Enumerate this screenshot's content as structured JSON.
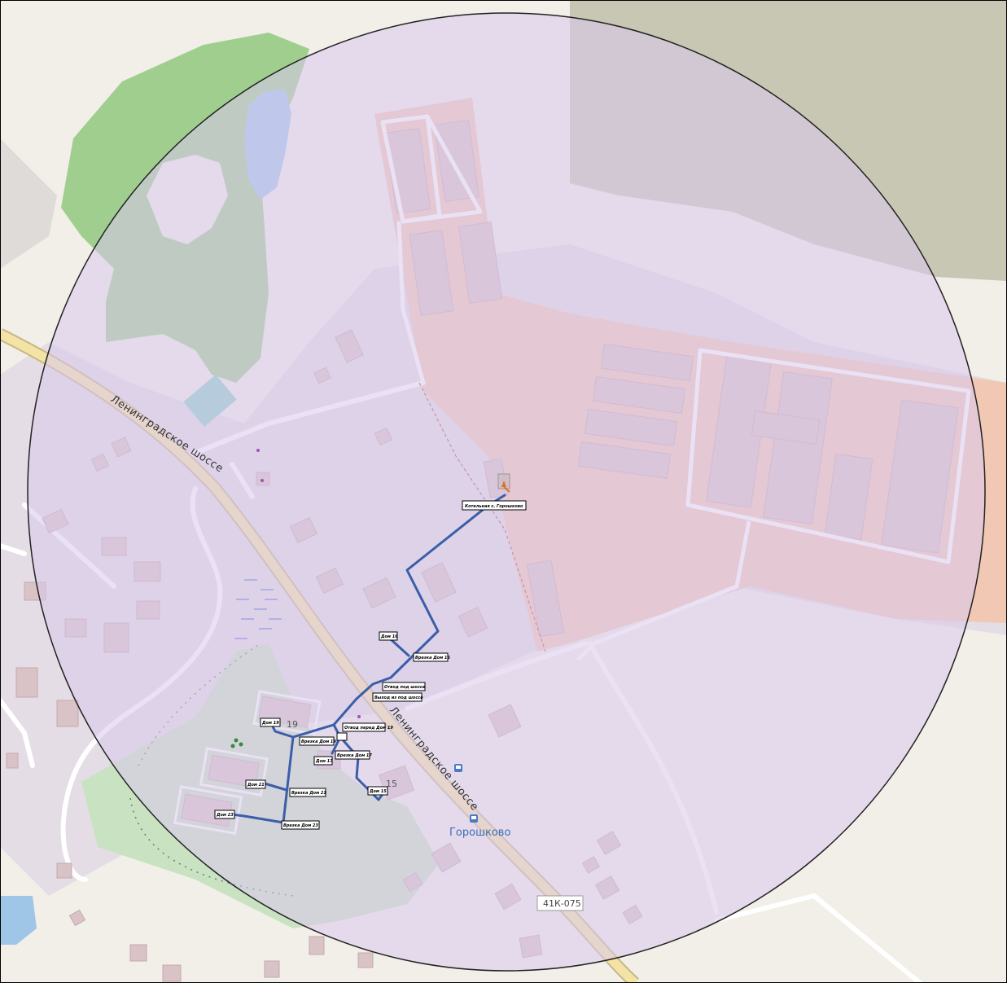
{
  "map": {
    "road_labels": [
      "Ленинградское шоссе",
      "Ленинградское шоссе"
    ],
    "place_label": "Горошково",
    "route_shield": "41К-075",
    "house_numbers": [
      "19",
      "15"
    ],
    "callouts": [
      "Котельная с. Горошково",
      "Дом 16",
      "Врезка Дом 16",
      "Отвод под шоссе",
      "Выход из под шоссе",
      "Отвод перед Дом 19",
      "Дом 19",
      "Врезка Дом 19",
      "Дом 17",
      "Врезка Дом 17",
      "Дом 15",
      "Дом 21",
      "Врезка Дом 21",
      "Дом 23",
      "Врезка Дом 23"
    ],
    "colors": {
      "radius_overlay": "#d9c9ec",
      "radius_stroke": "#222222",
      "pipeline": "#3a5ea8",
      "industrial": "#f0c8b4",
      "forest": "#9ccc8e",
      "water": "#9fc6e6",
      "road": "#f3e4a6"
    }
  }
}
